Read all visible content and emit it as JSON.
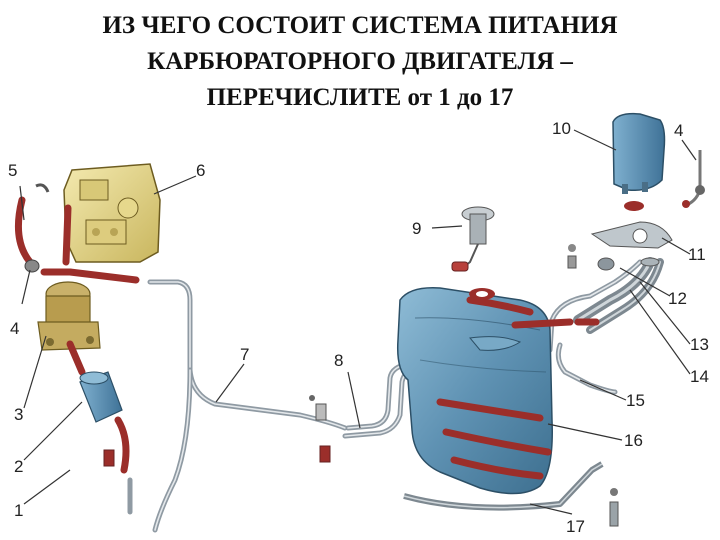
{
  "title": {
    "line1": "ИЗ ЧЕГО СОСТОИТ СИСТЕМА ПИТАНИЯ",
    "line2": "КАРБЮРАТОРНОГО ДВИГАТЕЛЯ –",
    "line3": "ПЕРЕЧИСЛИТЕ от 1 до 17"
  },
  "labels": {
    "n1": "1",
    "n2": "2",
    "n3": "3",
    "n4_left": "4",
    "n4_right": "4",
    "n5": "5",
    "n6": "6",
    "n7": "7",
    "n8": "8",
    "n9": "9",
    "n10": "10",
    "n11": "11",
    "n12": "12",
    "n13": "13",
    "n14": "14",
    "n15": "15",
    "n16": "16",
    "n17": "17"
  },
  "colors": {
    "carburetor": "#e8d98a",
    "tank": "#5f92b3",
    "hose": "#9b2e2a",
    "pipe": "#8f9aa3",
    "pump": "#c9b16a",
    "filter": "#4f87ae"
  }
}
